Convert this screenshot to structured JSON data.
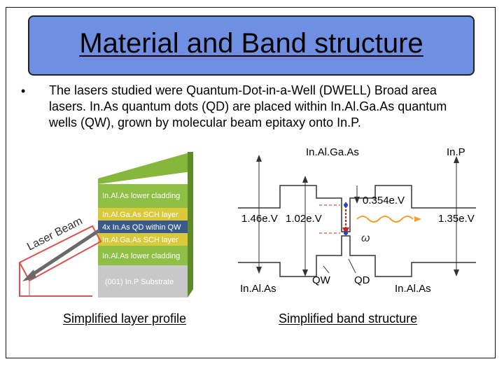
{
  "slide": {
    "title": "Material and Band structure",
    "bullet_marker": "•",
    "bullet_text": "The lasers studied were Quantum-Dot-in-a-Well (DWELL) Broad area lasers.  In.As quantum dots (QD) are placed within In.Al.Ga.As quantum wells (QW), grown by molecular beam epitaxy onto In.P."
  },
  "layer_profile": {
    "caption": "Simplified layer profile",
    "beam_label": "Laser Beam",
    "layers": [
      "In.Al.As lower cladding",
      "In.Al.Ga.As SCH layer",
      "4x In.As QD within QW",
      "In.Al.Ga.As SCH layer",
      "In.Al.As lower cladding",
      "(001) In.P Substrate"
    ]
  },
  "band_structure": {
    "caption": "Simplified band structure",
    "labels": {
      "inalgaas": "In.Al.Ga.As",
      "inp": "In.P",
      "e354": "0.354e.V",
      "e146": "1.46e.V",
      "e102": "1.02e.V",
      "e135": "1.35e.V",
      "inalas_left": "In.Al.As",
      "qw": "QW",
      "qd": "QD",
      "inalas_right": "In.Al.As",
      "omega": "ω"
    }
  },
  "colors": {
    "title_bg": "#6f8fe3",
    "green_layer": "#8fbf45",
    "sch_layer": "#d9c93b",
    "qd_layer": "#3a5a8c",
    "substrate": "#c8c8c8",
    "beam": "#e05050"
  }
}
